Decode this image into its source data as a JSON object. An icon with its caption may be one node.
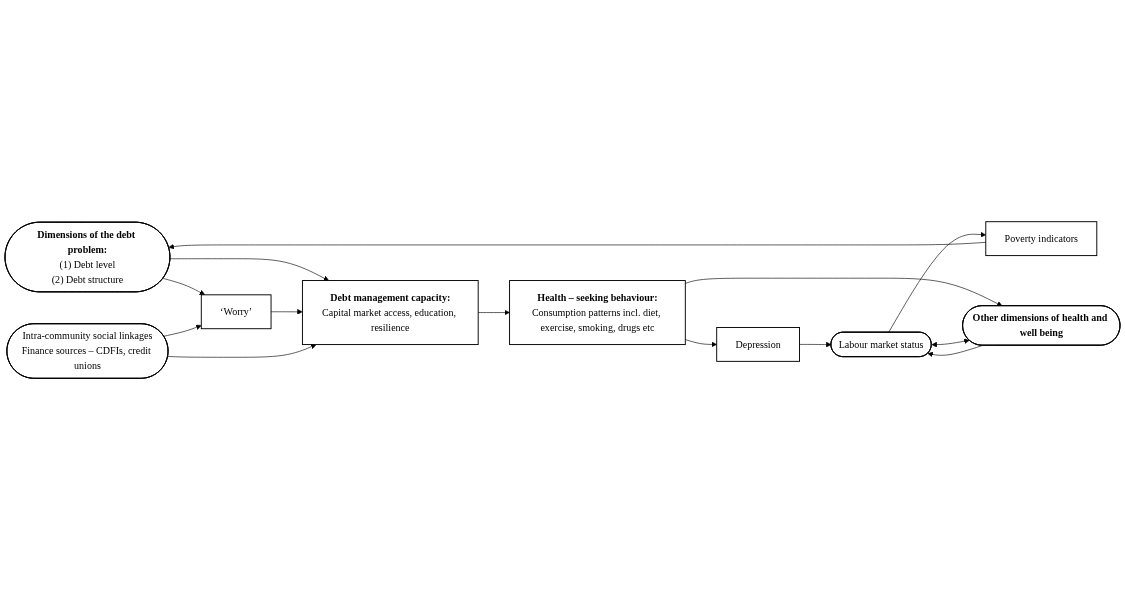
{
  "diagram": {
    "nodes": [
      {
        "text": [
          "Dimensions of the debt problem:",
          "(1) Debt level",
          "(2) Debt structure"
        ]
      },
      {
        "text": [
          "Poverty indicators"
        ]
      },
      {
        "text": [
          "Labour market status"
        ]
      },
      {
        "text": [
          "‘Worry’"
        ]
      },
      {
        "text": [
          "Debt management capacity:",
          "Capital market access, education, resilience"
        ]
      },
      {
        "text": [
          "Health – seeking behaviour:",
          "Consumption patterns incl. diet, exercise, smoking, drugs etc"
        ]
      },
      {
        "text": [
          "Depression"
        ]
      },
      {
        "text": [
          "Intra-community social linkages",
          "Finance sources – CDFIs, credit unions"
        ]
      },
      {
        "text": [
          "Other dimensions of health and well being"
        ]
      }
    ],
    "edges": [
      {
        "from": 2,
        "to": 1,
        "arrow": "to"
      },
      {
        "from": 1,
        "to": 0,
        "arrow": "to"
      },
      {
        "from": 0,
        "to": 4,
        "arrow": "to"
      },
      {
        "from": 0,
        "to": 3,
        "arrow": "to"
      },
      {
        "from": 3,
        "to": 4,
        "arrow": "to"
      },
      {
        "from": 7,
        "to": 3,
        "arrow": "to"
      },
      {
        "from": 7,
        "to": 4,
        "arrow": "to"
      },
      {
        "from": 4,
        "to": 5,
        "arrow": "to"
      },
      {
        "from": 5,
        "to": 6,
        "arrow": "to"
      },
      {
        "from": 5,
        "to": 8,
        "arrow": "to"
      },
      {
        "from": 6,
        "to": 2,
        "arrow": "to"
      },
      {
        "from": 8,
        "to": 2,
        "arrow": "to"
      },
      {
        "from": 2,
        "to": 8,
        "arrow": "both"
      }
    ]
  }
}
